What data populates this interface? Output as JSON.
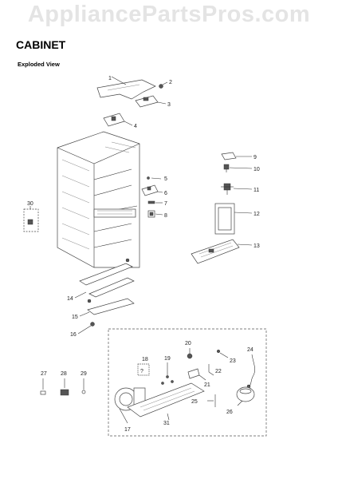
{
  "watermark": "AppliancePartsPros.com",
  "title": "CABINET",
  "subtitle": "Exploded View",
  "callouts": {
    "c1": "1",
    "c2": "2",
    "c3": "3",
    "c4": "4",
    "c5": "5",
    "c6": "6",
    "c7": "7",
    "c8": "8",
    "c9": "9",
    "c10": "10",
    "c11": "11",
    "c12": "12",
    "c13": "13",
    "c14": "14",
    "c15": "15",
    "c16": "16",
    "c17": "17",
    "c18": "18",
    "c19": "19",
    "c20": "20",
    "c21": "21",
    "c22": "22",
    "c23": "23",
    "c24": "24",
    "c25": "25",
    "c26": "26",
    "c27": "27",
    "c28": "28",
    "c29": "29",
    "c30": "30",
    "c31": "31"
  }
}
